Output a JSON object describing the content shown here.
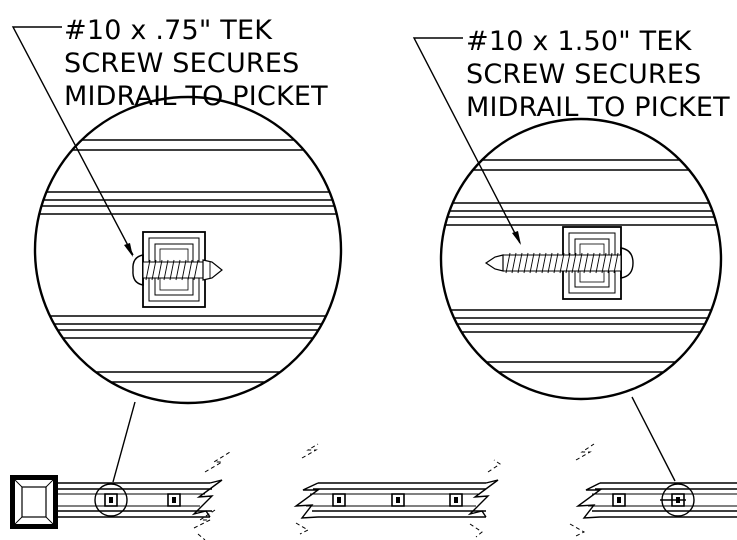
{
  "callouts": {
    "left": {
      "line1": "#10 x .75\" TEK",
      "line2": "SCREW SECURES",
      "line3": "MIDRAIL TO PICKET"
    },
    "right": {
      "line1": "#10 x 1.50\" TEK",
      "line2": "SCREW SECURES",
      "line3": "MIDRAIL TO PICKET"
    }
  },
  "colors": {
    "ink": "#000000",
    "paper": "#ffffff"
  }
}
